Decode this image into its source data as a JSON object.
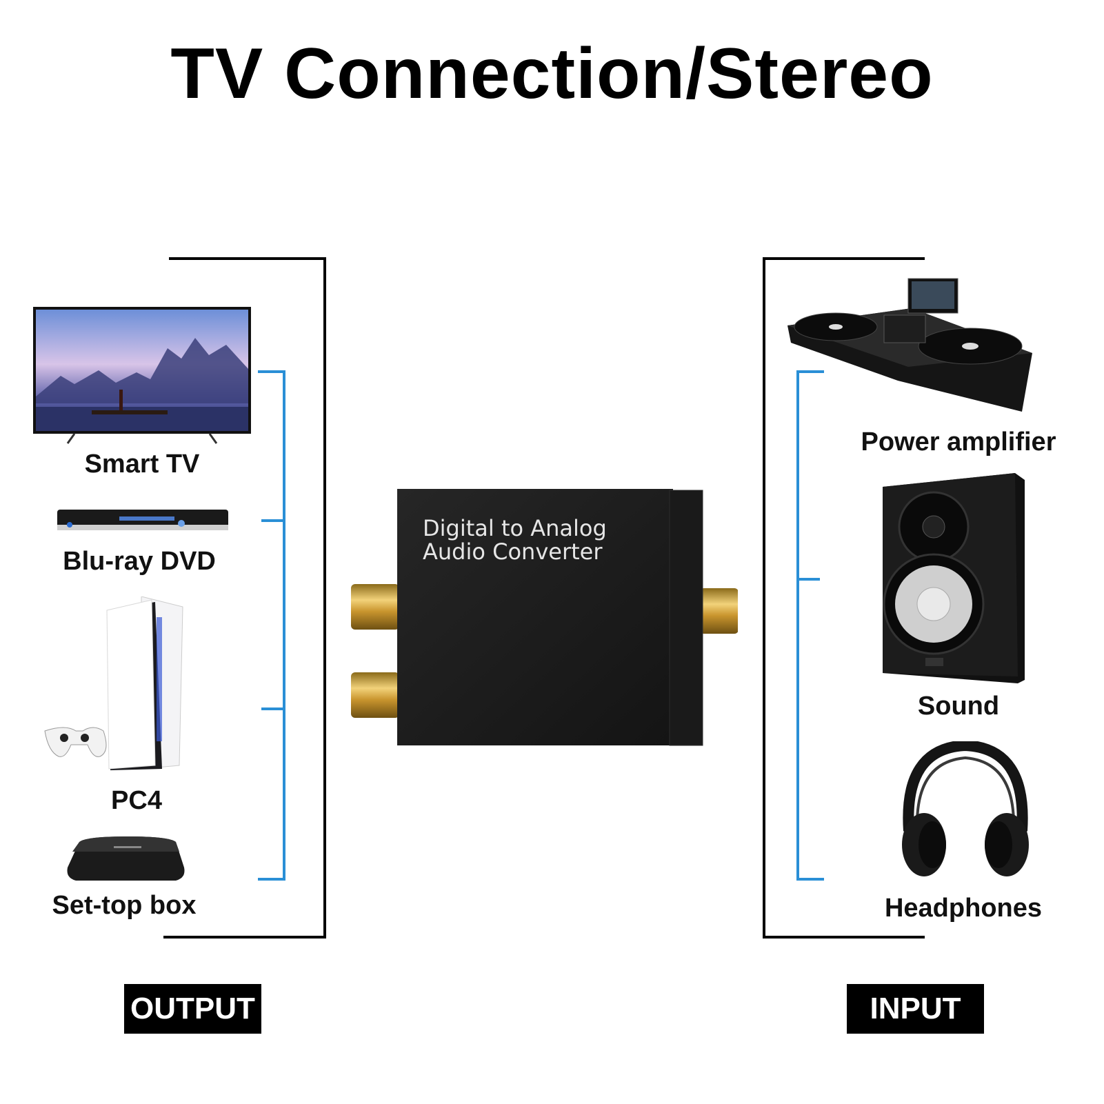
{
  "title": "TV Connection/Stereo",
  "converter": {
    "line1": "Digital to Analog",
    "line2": "Audio Converter"
  },
  "output_side": {
    "tag": "OUTPUT",
    "devices": [
      {
        "label": "Smart TV",
        "icon": "smart-tv-icon"
      },
      {
        "label": "Blu-ray DVD",
        "icon": "dvd-player-icon"
      },
      {
        "label": "PC4",
        "icon": "game-console-icon"
      },
      {
        "label": "Set-top box",
        "icon": "set-top-box-icon"
      }
    ]
  },
  "input_side": {
    "tag": "INPUT",
    "devices": [
      {
        "label": "Power amplifier",
        "icon": "dj-controller-icon"
      },
      {
        "label": "Sound",
        "icon": "speaker-icon"
      },
      {
        "label": "Headphones",
        "icon": "headphones-icon"
      }
    ]
  },
  "colors": {
    "bracket": "#2a8fd6",
    "frame": "#000000",
    "converter_body": "#1c1c1c",
    "rca_gold": "#d4a63a"
  }
}
